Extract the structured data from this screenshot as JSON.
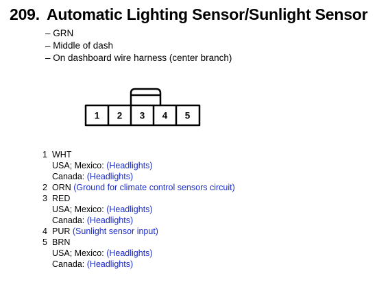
{
  "title": {
    "number": "209.",
    "text": "Automatic Lighting Sensor/Sunlight Sensor"
  },
  "details": [
    "– GRN",
    "– Middle of dash",
    "– On dashboard wire harness (center branch)"
  ],
  "connector": {
    "pins": [
      "1",
      "2",
      "3",
      "4",
      "5"
    ]
  },
  "pins": [
    {
      "num": "1",
      "color": "WHT",
      "note": "",
      "lines": [
        {
          "label": "USA; Mexico:",
          "value": "(Headlights)"
        },
        {
          "label": "Canada:",
          "value": "(Headlights)"
        }
      ]
    },
    {
      "num": "2",
      "color": "ORN",
      "note": "(Ground for climate control sensors circuit)",
      "lines": []
    },
    {
      "num": "3",
      "color": "RED",
      "note": "",
      "lines": [
        {
          "label": "USA; Mexico:",
          "value": "(Headlights)"
        },
        {
          "label": "Canada:",
          "value": "(Headlights)"
        }
      ]
    },
    {
      "num": "4",
      "color": "PUR",
      "note": "(Sunlight sensor input)",
      "lines": []
    },
    {
      "num": "5",
      "color": "BRN",
      "note": "",
      "lines": [
        {
          "label": "USA; Mexico:",
          "value": "(Headlights)"
        },
        {
          "label": "Canada:",
          "value": "(Headlights)"
        }
      ]
    }
  ],
  "colors": {
    "text": "#000000",
    "link": "#1a2bc8",
    "background": "#ffffff"
  }
}
